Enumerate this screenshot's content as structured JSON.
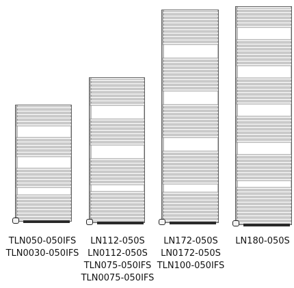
{
  "products": [
    {
      "models": [
        "TLN050-050IFS",
        "TLN0030-050IFS"
      ]
    },
    {
      "models": [
        "LN112-050S",
        "LN0112-050S",
        "TLN075-050IFS",
        "TLN0075-050IFS"
      ]
    },
    {
      "models": [
        "LN172-050S",
        "LN0172-050S",
        "TLN100-050IFS"
      ]
    },
    {
      "models": [
        "LN180-050S"
      ]
    }
  ]
}
